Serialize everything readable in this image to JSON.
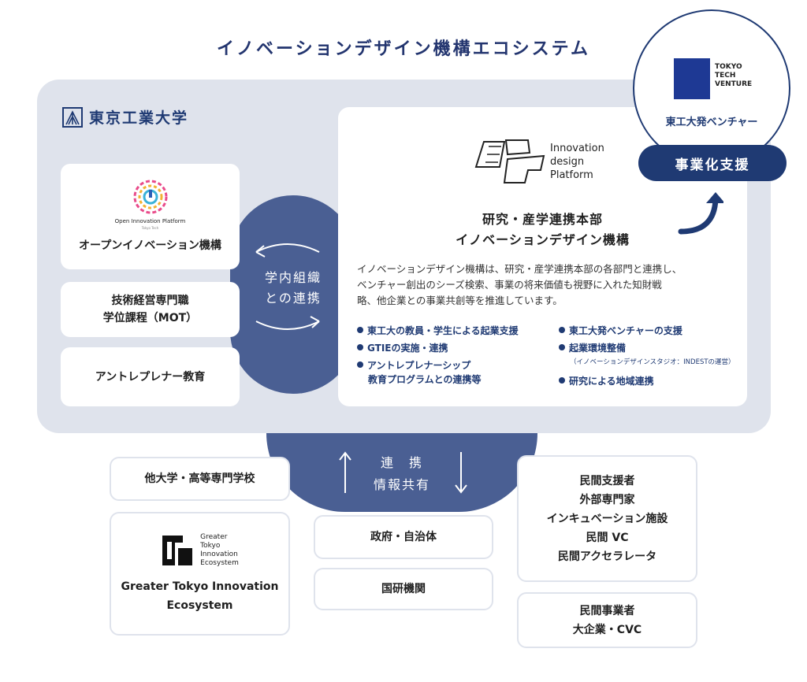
{
  "title": "イノベーションデザイン機構エコシステム",
  "university": {
    "name": "東京工業大学"
  },
  "left_cards": {
    "oip_logo_text": "Open Innovation Platform",
    "oip_logo_sub": "Tokyo Tech",
    "oip_label": "オープンイノベーション機構",
    "mot_line1": "技術経営専門職",
    "mot_line2": "学位課程（MOT）",
    "entre_label": "アントレプレナー教育"
  },
  "center_blob": {
    "line1": "学内組織",
    "line2": "との連携"
  },
  "idp": {
    "logo_line1": "Innovation",
    "logo_line2": "design",
    "logo_line3": "Platform",
    "heading1": "研究・産学連携本部",
    "heading2": "イノベーションデザイン機構",
    "desc_line1": "イノベーションデザイン機構は、研究・産学連携本部の各部門と連携し、",
    "desc_line2": "ベンチャー創出のシーズ検索、事業の将来価値も視野に入れた知財戦",
    "desc_line3": "略、他企業との事業共創等を推進しています。",
    "bullets_left": [
      "東工大の教員・学生による起業支援",
      "GTIEの実施・連携",
      "アントレプレナーシップ"
    ],
    "bullet_left_cont": "教育プログラムとの連携等",
    "bullets_right": [
      "東工大発ベンチャーの支援",
      "起業環境整備"
    ],
    "bullet_right_sub": "（イノベーションデザインスタジオ：INDESTの運営）",
    "bullet_right_last": "研究による地域連携"
  },
  "venture": {
    "logo_line1": "TOKYO",
    "logo_line2": "TECH",
    "logo_line3": "VENTURE",
    "label": "東工大発ベンチャー",
    "support": "事業化支援"
  },
  "bottom_blob": {
    "line1": "連　携",
    "line2": "情報共有"
  },
  "external": {
    "other_univ": "他大学・高等専門学校",
    "gtie_logo_line1": "Greater",
    "gtie_logo_line2": "Tokyo",
    "gtie_logo_line3": "Innovation",
    "gtie_logo_line4": "Ecosystem",
    "gtie_line1": "Greater Tokyo Innovation",
    "gtie_line2": "Ecosystem",
    "gov": "政府・自治体",
    "research": "国研機関",
    "private_support": [
      "民間支援者",
      "外部専門家",
      "インキュベーション施設",
      "民間 VC",
      "民間アクセラレータ"
    ],
    "private_biz": [
      "民間事業者",
      "大企業・CVC"
    ]
  },
  "colors": {
    "navy": "#1f3a73",
    "blob": "#4a5f93",
    "panel": "#dfe3ec"
  }
}
